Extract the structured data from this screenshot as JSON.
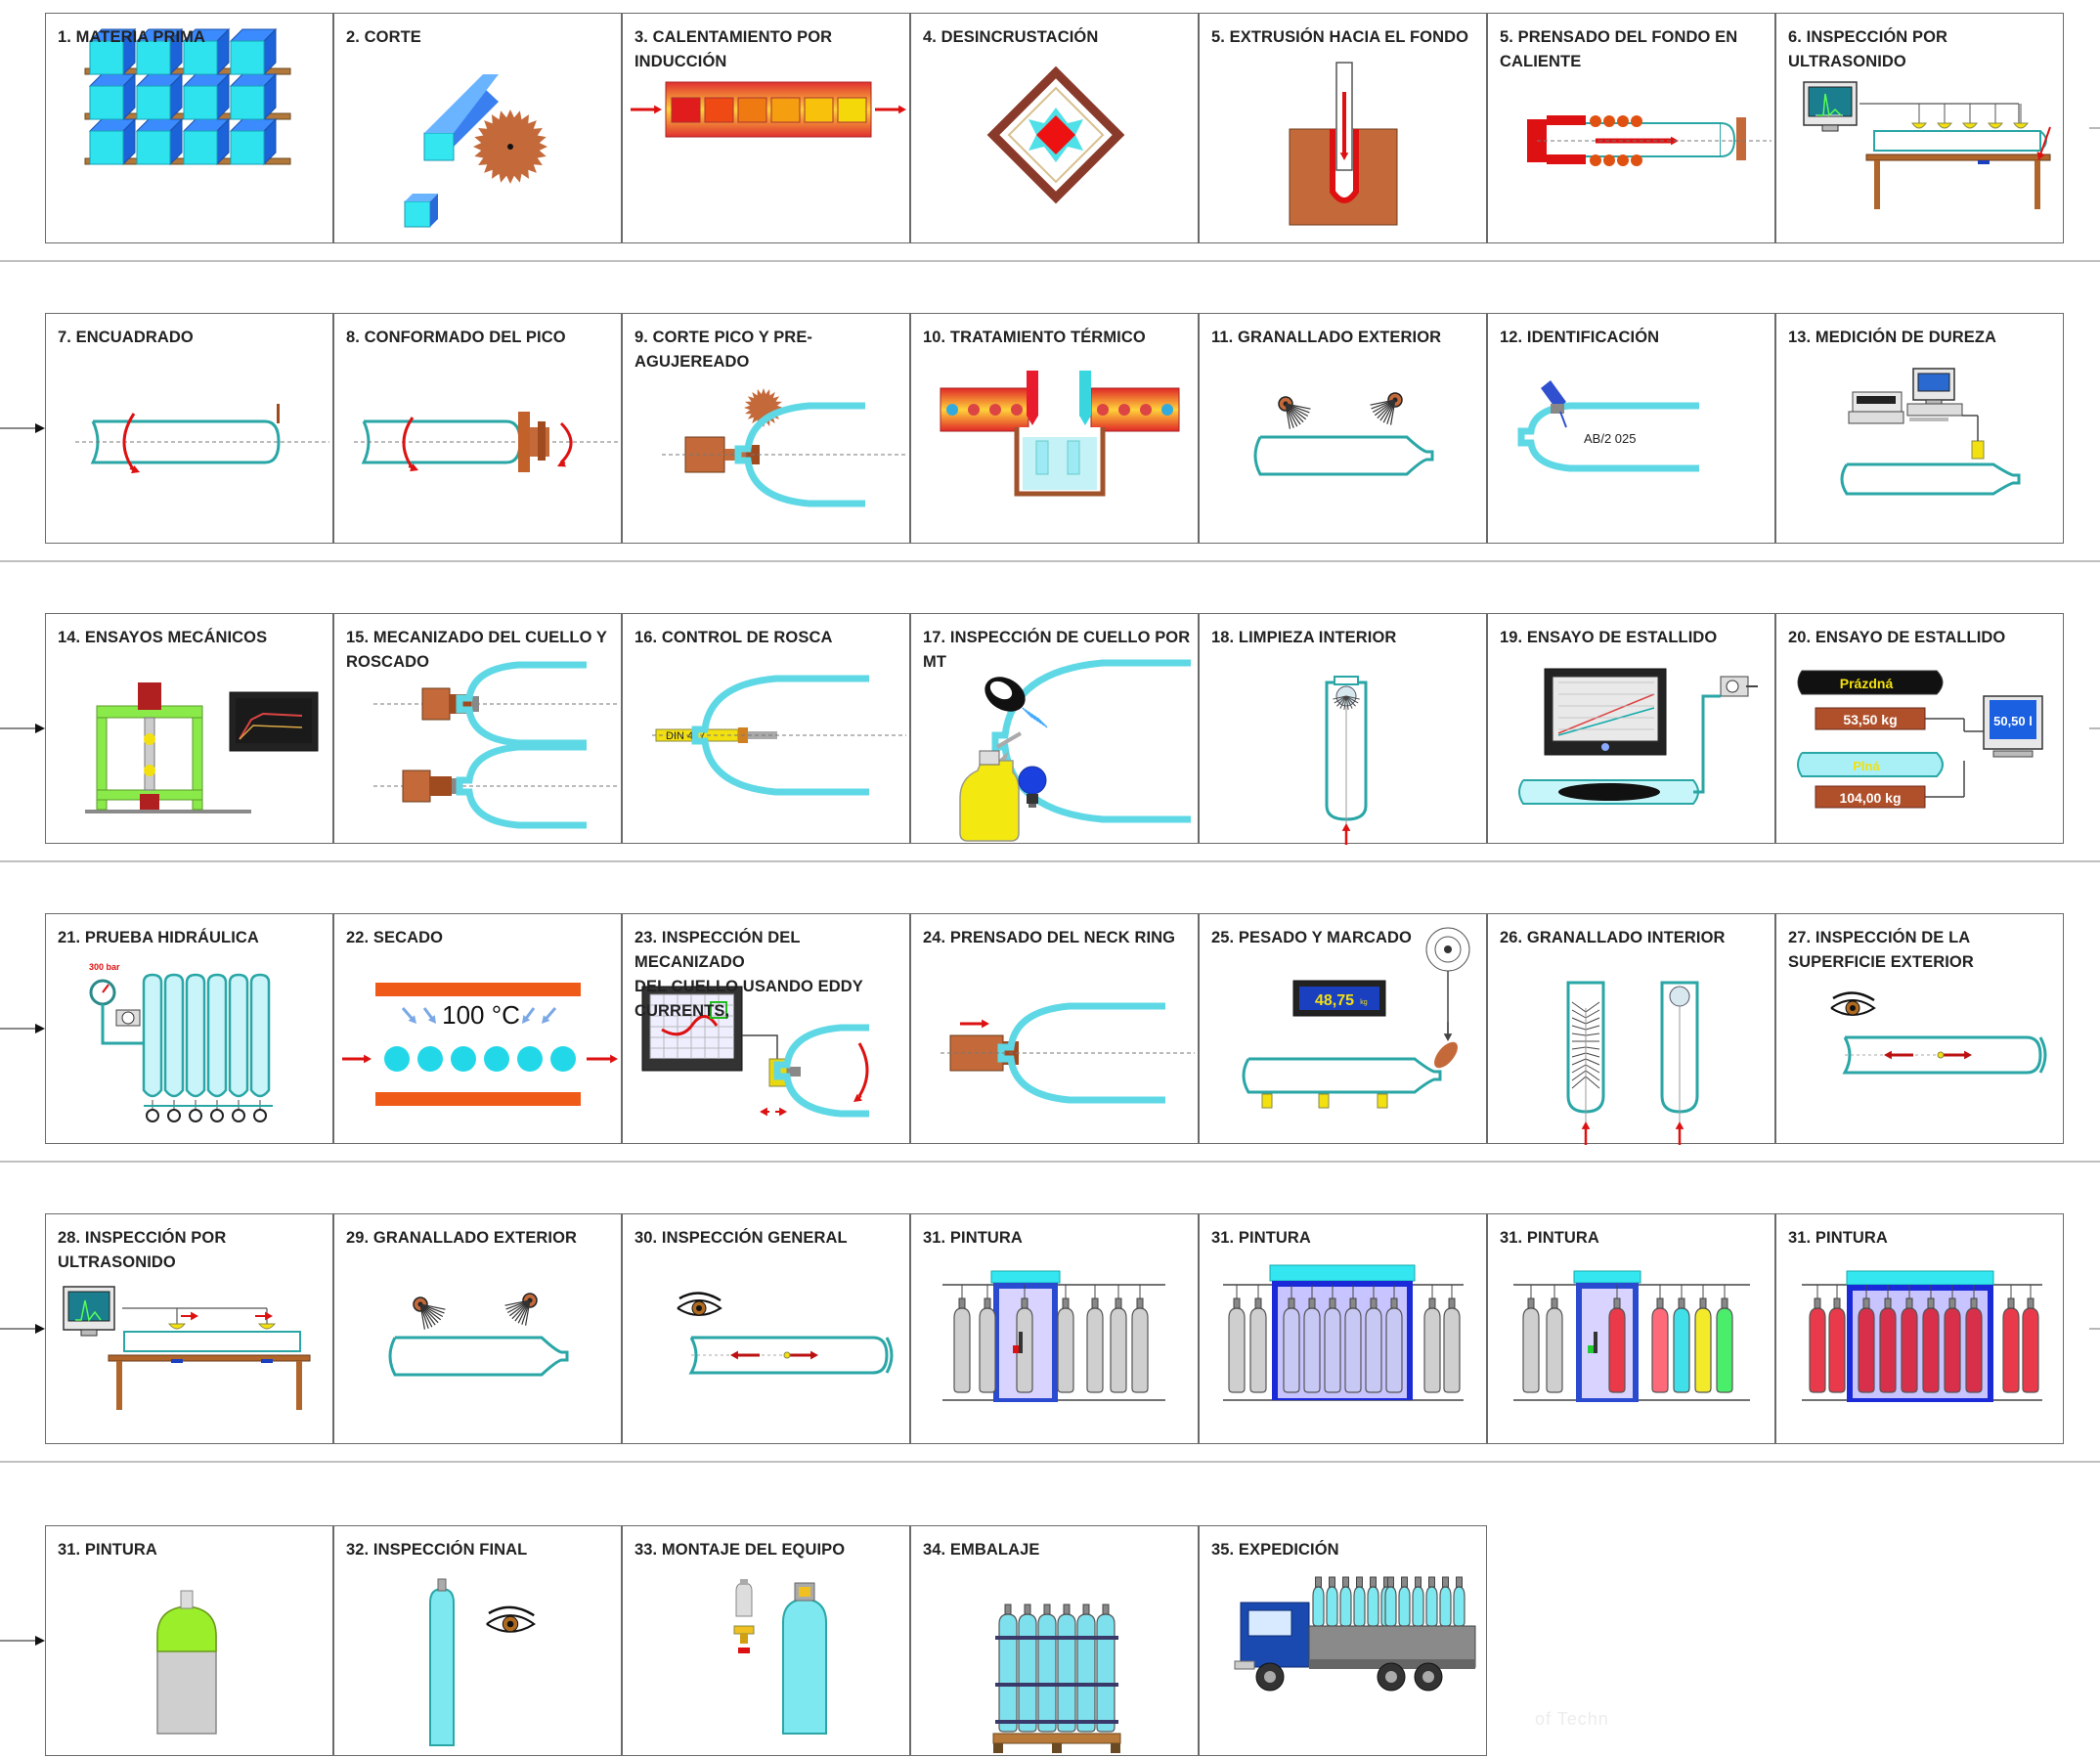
{
  "steps": [
    {
      "id": "s01",
      "label": "1. MATERIA PRIMA",
      "art": "raw"
    },
    {
      "id": "s02",
      "label": "2. CORTE",
      "art": "cut"
    },
    {
      "id": "s03",
      "label": "3. CALENTAMIENTO POR INDUCCIÓN",
      "art": "induction"
    },
    {
      "id": "s04",
      "label": "4. DESINCRUSTACIÓN",
      "art": "descale"
    },
    {
      "id": "s05",
      "label": "5. EXTRUSIÓN HACIA EL FONDO",
      "art": "extrusion"
    },
    {
      "id": "s06",
      "label": "5. PRENSADO DEL FONDO EN CALIENTE",
      "art": "hotpress"
    },
    {
      "id": "s07",
      "label": "6. INSPECCIÓN POR ULTRASONIDO",
      "art": "ultrasound"
    },
    {
      "id": "s08",
      "label": "7. ENCUADRADO",
      "art": "squaring"
    },
    {
      "id": "s09",
      "label": "8. CONFORMADO DEL PICO",
      "art": "necking"
    },
    {
      "id": "s10",
      "label": "9. CORTE PICO Y PRE-AGUJEREADO",
      "art": "neckcut"
    },
    {
      "id": "s11",
      "label": "10. TRATAMIENTO TÉRMICO",
      "art": "heat"
    },
    {
      "id": "s12",
      "label": "11. GRANALLADO EXTERIOR",
      "art": "shot"
    },
    {
      "id": "s13",
      "label": "12. IDENTIFICACIÓN",
      "art": "ident",
      "mark": "AB/2 025"
    },
    {
      "id": "s14",
      "label": "13. MEDICIÓN DE DUREZA",
      "art": "hardness"
    },
    {
      "id": "s15",
      "label": "14. ENSAYOS MECÁNICOS",
      "art": "mech"
    },
    {
      "id": "s16",
      "label": "15. MECANIZADO DEL CUELLO Y ROSCADO",
      "art": "machining"
    },
    {
      "id": "s17",
      "label": "16. CONTROL DE ROSCA",
      "art": "thread",
      "gauge": "DIN 477"
    },
    {
      "id": "s18",
      "label": "17. INSPECCIÓN DE CUELLO POR MT",
      "art": "mt"
    },
    {
      "id": "s19",
      "label": "18. LIMPIEZA INTERIOR",
      "art": "clean"
    },
    {
      "id": "s20",
      "label": "19. ENSAYO DE ESTALLIDO",
      "art": "burst"
    },
    {
      "id": "s21",
      "label": "20. ENSAYO DE ESTALLIDO",
      "art": "burst2",
      "empty_label": "Prázdná",
      "empty_weight": "53,50 kg",
      "full_label": "Plná",
      "full_weight": "104,00 kg",
      "volume": "50,50 l"
    },
    {
      "id": "s22",
      "label": "21. PRUEBA HIDRÁULICA",
      "art": "hydro",
      "pressure": "300 bar"
    },
    {
      "id": "s23",
      "label": "22. SECADO",
      "art": "dry",
      "temp": "100 °C"
    },
    {
      "id": "s24",
      "label": "23. INSPECCIÓN DEL MECANIZADO\nDEL CUELLO USANDO EDDY CURRENTS,",
      "art": "eddy"
    },
    {
      "id": "s25",
      "label": "24. PRENSADO DEL NECK RING",
      "art": "neckring"
    },
    {
      "id": "s26",
      "label": "25. PESADO Y MARCADO",
      "art": "weigh",
      "weight": "48,75",
      "unit": "kg"
    },
    {
      "id": "s27",
      "label": "26. GRANALLADO INTERIOR",
      "art": "innershot"
    },
    {
      "id": "s28",
      "label": "27. INSPECCIÓN DE LA\nSUPERFICIE EXTERIOR",
      "art": "surface"
    },
    {
      "id": "s29",
      "label": "28. INSPECCIÓN POR ULTRASONIDO",
      "art": "ultrasound2"
    },
    {
      "id": "s30",
      "label": "29. GRANALLADO EXTERIOR",
      "art": "shot"
    },
    {
      "id": "s31",
      "label": "30. INSPECCIÓN GENERAL",
      "art": "surface"
    },
    {
      "id": "s32",
      "label": "31. PINTURA",
      "art": "paint1"
    },
    {
      "id": "s33",
      "label": "31. PINTURA",
      "art": "paint2"
    },
    {
      "id": "s34",
      "label": "31. PINTURA",
      "art": "paint3"
    },
    {
      "id": "s35",
      "label": "31. PINTURA",
      "art": "paint4"
    },
    {
      "id": "s36",
      "label": "31. PINTURA",
      "art": "paintdone"
    },
    {
      "id": "s37",
      "label": "32. INSPECCIÓN FINAL",
      "art": "final"
    },
    {
      "id": "s38",
      "label": "33. MONTAJE DEL EQUIPO",
      "art": "valve"
    },
    {
      "id": "s39",
      "label": "34. EMBALAJE",
      "art": "pack"
    },
    {
      "id": "s40",
      "label": "35. EXPEDICIÓN",
      "art": "truck"
    }
  ],
  "watermark": "of Techn"
}
